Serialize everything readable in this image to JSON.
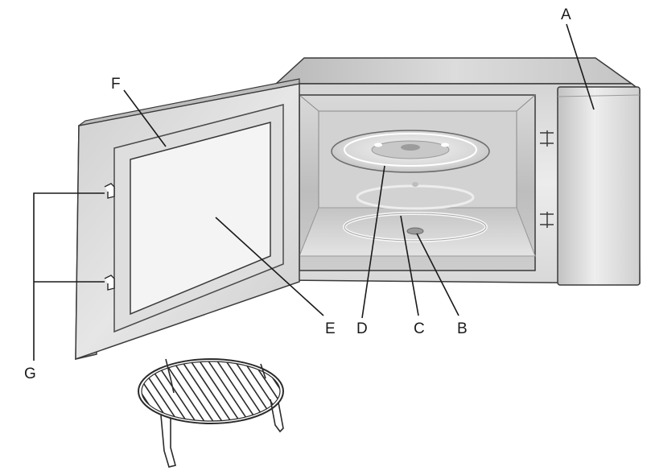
{
  "diagram": {
    "callouts": {
      "a": "A",
      "b": "B",
      "c": "C",
      "d": "D",
      "e": "E",
      "f": "F",
      "g": "G"
    },
    "colors": {
      "body_light": "#e6e6e6",
      "body_mid": "#c9c9c9",
      "body_dark": "#a9a9a9",
      "outline": "#3a3a3a",
      "glass": "#f2f2f2",
      "rack_wire": "#2b2b2b"
    }
  }
}
